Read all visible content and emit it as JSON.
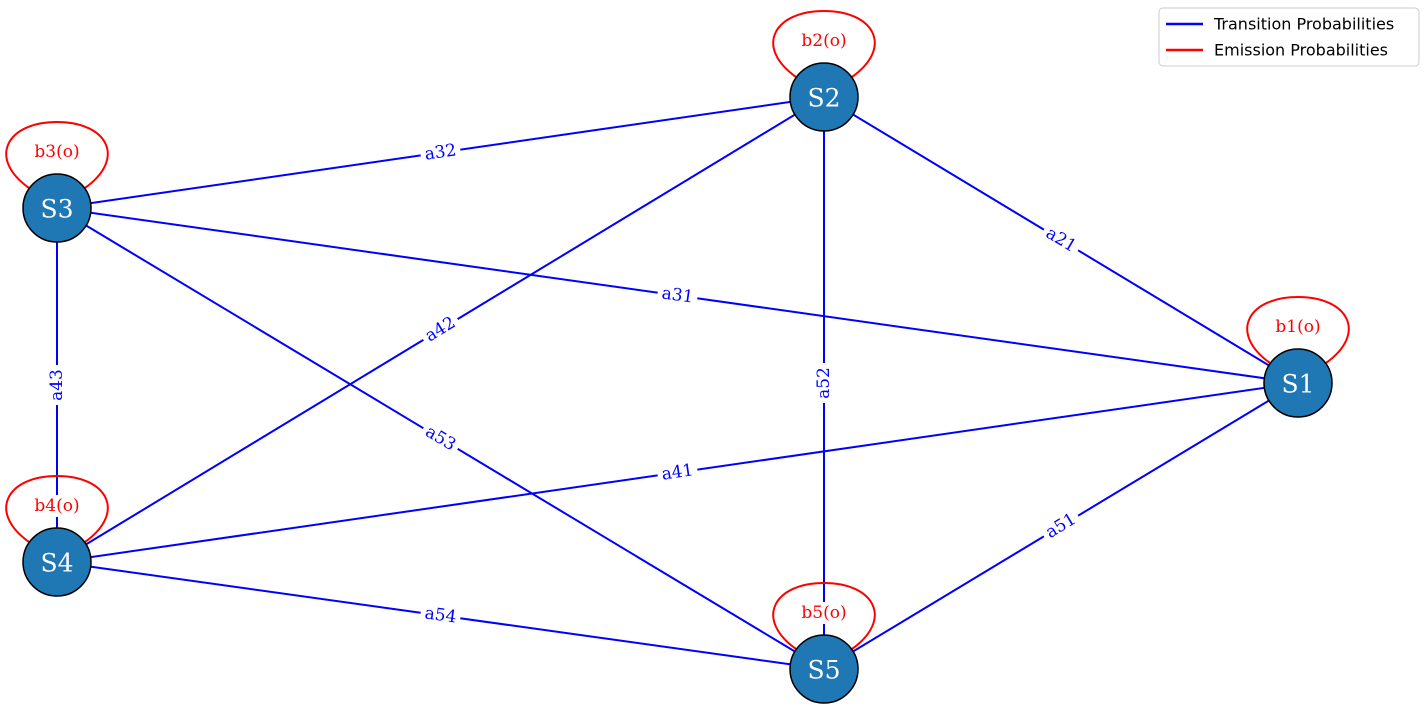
{
  "colors": {
    "transition": "#0000ff",
    "emission": "#ff0000",
    "node_fill": "#1f77b4",
    "node_text": "#ffffff"
  },
  "legend": {
    "items": [
      {
        "label": "Transition Probabilities",
        "color": "#0000ff"
      },
      {
        "label": "Emission Probabilities",
        "color": "#ff0000"
      }
    ]
  },
  "nodes": [
    {
      "id": "S1",
      "label": "S1",
      "emission": "b1(o)"
    },
    {
      "id": "S2",
      "label": "S2",
      "emission": "b2(o)"
    },
    {
      "id": "S3",
      "label": "S3",
      "emission": "b3(o)"
    },
    {
      "id": "S4",
      "label": "S4",
      "emission": "b4(o)"
    },
    {
      "id": "S5",
      "label": "S5",
      "emission": "b5(o)"
    }
  ],
  "edges": [
    {
      "from": "S2",
      "to": "S1",
      "label": "a21"
    },
    {
      "from": "S3",
      "to": "S1",
      "label": "a31"
    },
    {
      "from": "S3",
      "to": "S2",
      "label": "a32"
    },
    {
      "from": "S4",
      "to": "S1",
      "label": "a41"
    },
    {
      "from": "S4",
      "to": "S2",
      "label": "a42"
    },
    {
      "from": "S4",
      "to": "S3",
      "label": "a43"
    },
    {
      "from": "S5",
      "to": "S1",
      "label": "a51"
    },
    {
      "from": "S5",
      "to": "S2",
      "label": "a52"
    },
    {
      "from": "S5",
      "to": "S3",
      "label": "a53"
    },
    {
      "from": "S5",
      "to": "S4",
      "label": "a54"
    }
  ]
}
